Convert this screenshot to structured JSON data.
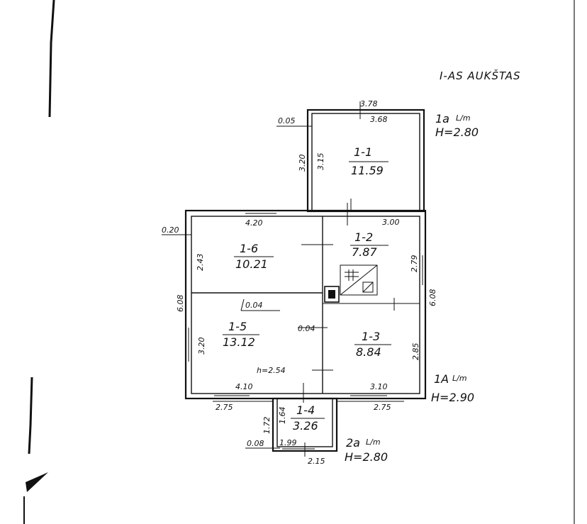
{
  "title": "I-AS AUKŠTAS",
  "rooms": {
    "r1": {
      "num": "1-1",
      "area": "11.59"
    },
    "r2": {
      "num": "1-2",
      "area": "7.87"
    },
    "r3": {
      "num": "1-3",
      "area": "8.84"
    },
    "r4": {
      "num": "1-4",
      "area": "3.26"
    },
    "r5": {
      "num": "1-5",
      "area": "13.12"
    },
    "r6": {
      "num": "1-6",
      "area": "10.21"
    }
  },
  "dims": {
    "top_outer": "3.78",
    "top_inner": "3.68",
    "top_wall": "0.05",
    "r1_h_outer": "3.20",
    "r1_h_inner": "3.15",
    "r6_w": "4.20",
    "left_wall": "0.20",
    "r6_h": "2.43",
    "r2_w": "3.00",
    "r2_h": "2.79",
    "left_total": "6.08",
    "right_total": "6.08",
    "partition_a": "0.04",
    "partition_b": "0.04",
    "r5_h": "3.20",
    "ceiling_h": "h=2.54",
    "r3_h": "2.85",
    "r5_w": "4.10",
    "r3_w": "3.10",
    "bottom_left": "2.75",
    "bottom_right": "2.75",
    "r4_h_outer": "1.72",
    "r4_h_inner": "1.64",
    "r4_wall": "0.08",
    "r4_w_inner": "1.99",
    "r4_w_outer": "2.15"
  },
  "notes": {
    "n1a": "1a",
    "n1a_frac": "L/m",
    "n1a_h": "H=2.80",
    "n1A": "1A",
    "n1A_frac": "L/m",
    "n1A_h": "H=2.90",
    "n2a": "2a",
    "n2a_frac": "L/m",
    "n2a_h": "H=2.80"
  }
}
